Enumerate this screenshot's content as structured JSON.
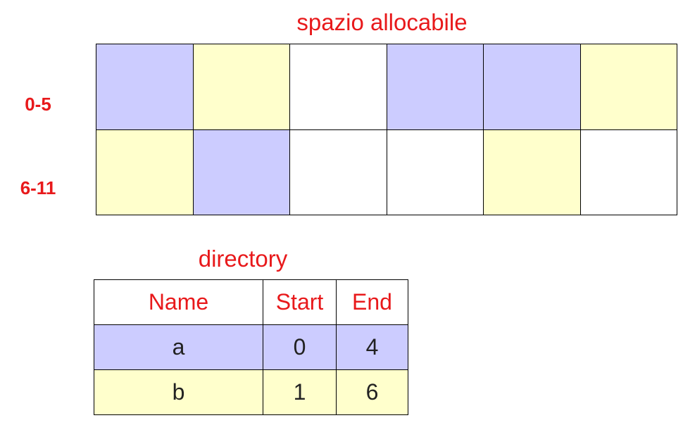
{
  "colors": {
    "file_a": "#ccccff",
    "file_b": "#ffffcc",
    "free": "#ffffff",
    "label": "#e8191b"
  },
  "allocation": {
    "title": "spazio allocabile",
    "row_labels": [
      "0-5",
      "6-11"
    ],
    "blocks": [
      "a",
      "b",
      "free",
      "a",
      "a",
      "b",
      "b",
      "a",
      "free",
      "free",
      "b",
      "free"
    ]
  },
  "directory": {
    "title": "directory",
    "headers": {
      "name": "Name",
      "start": "Start",
      "end": "End"
    },
    "rows": [
      {
        "name": "a",
        "start": "0",
        "end": "4",
        "file": "a"
      },
      {
        "name": "b",
        "start": "1",
        "end": "6",
        "file": "b"
      }
    ]
  }
}
